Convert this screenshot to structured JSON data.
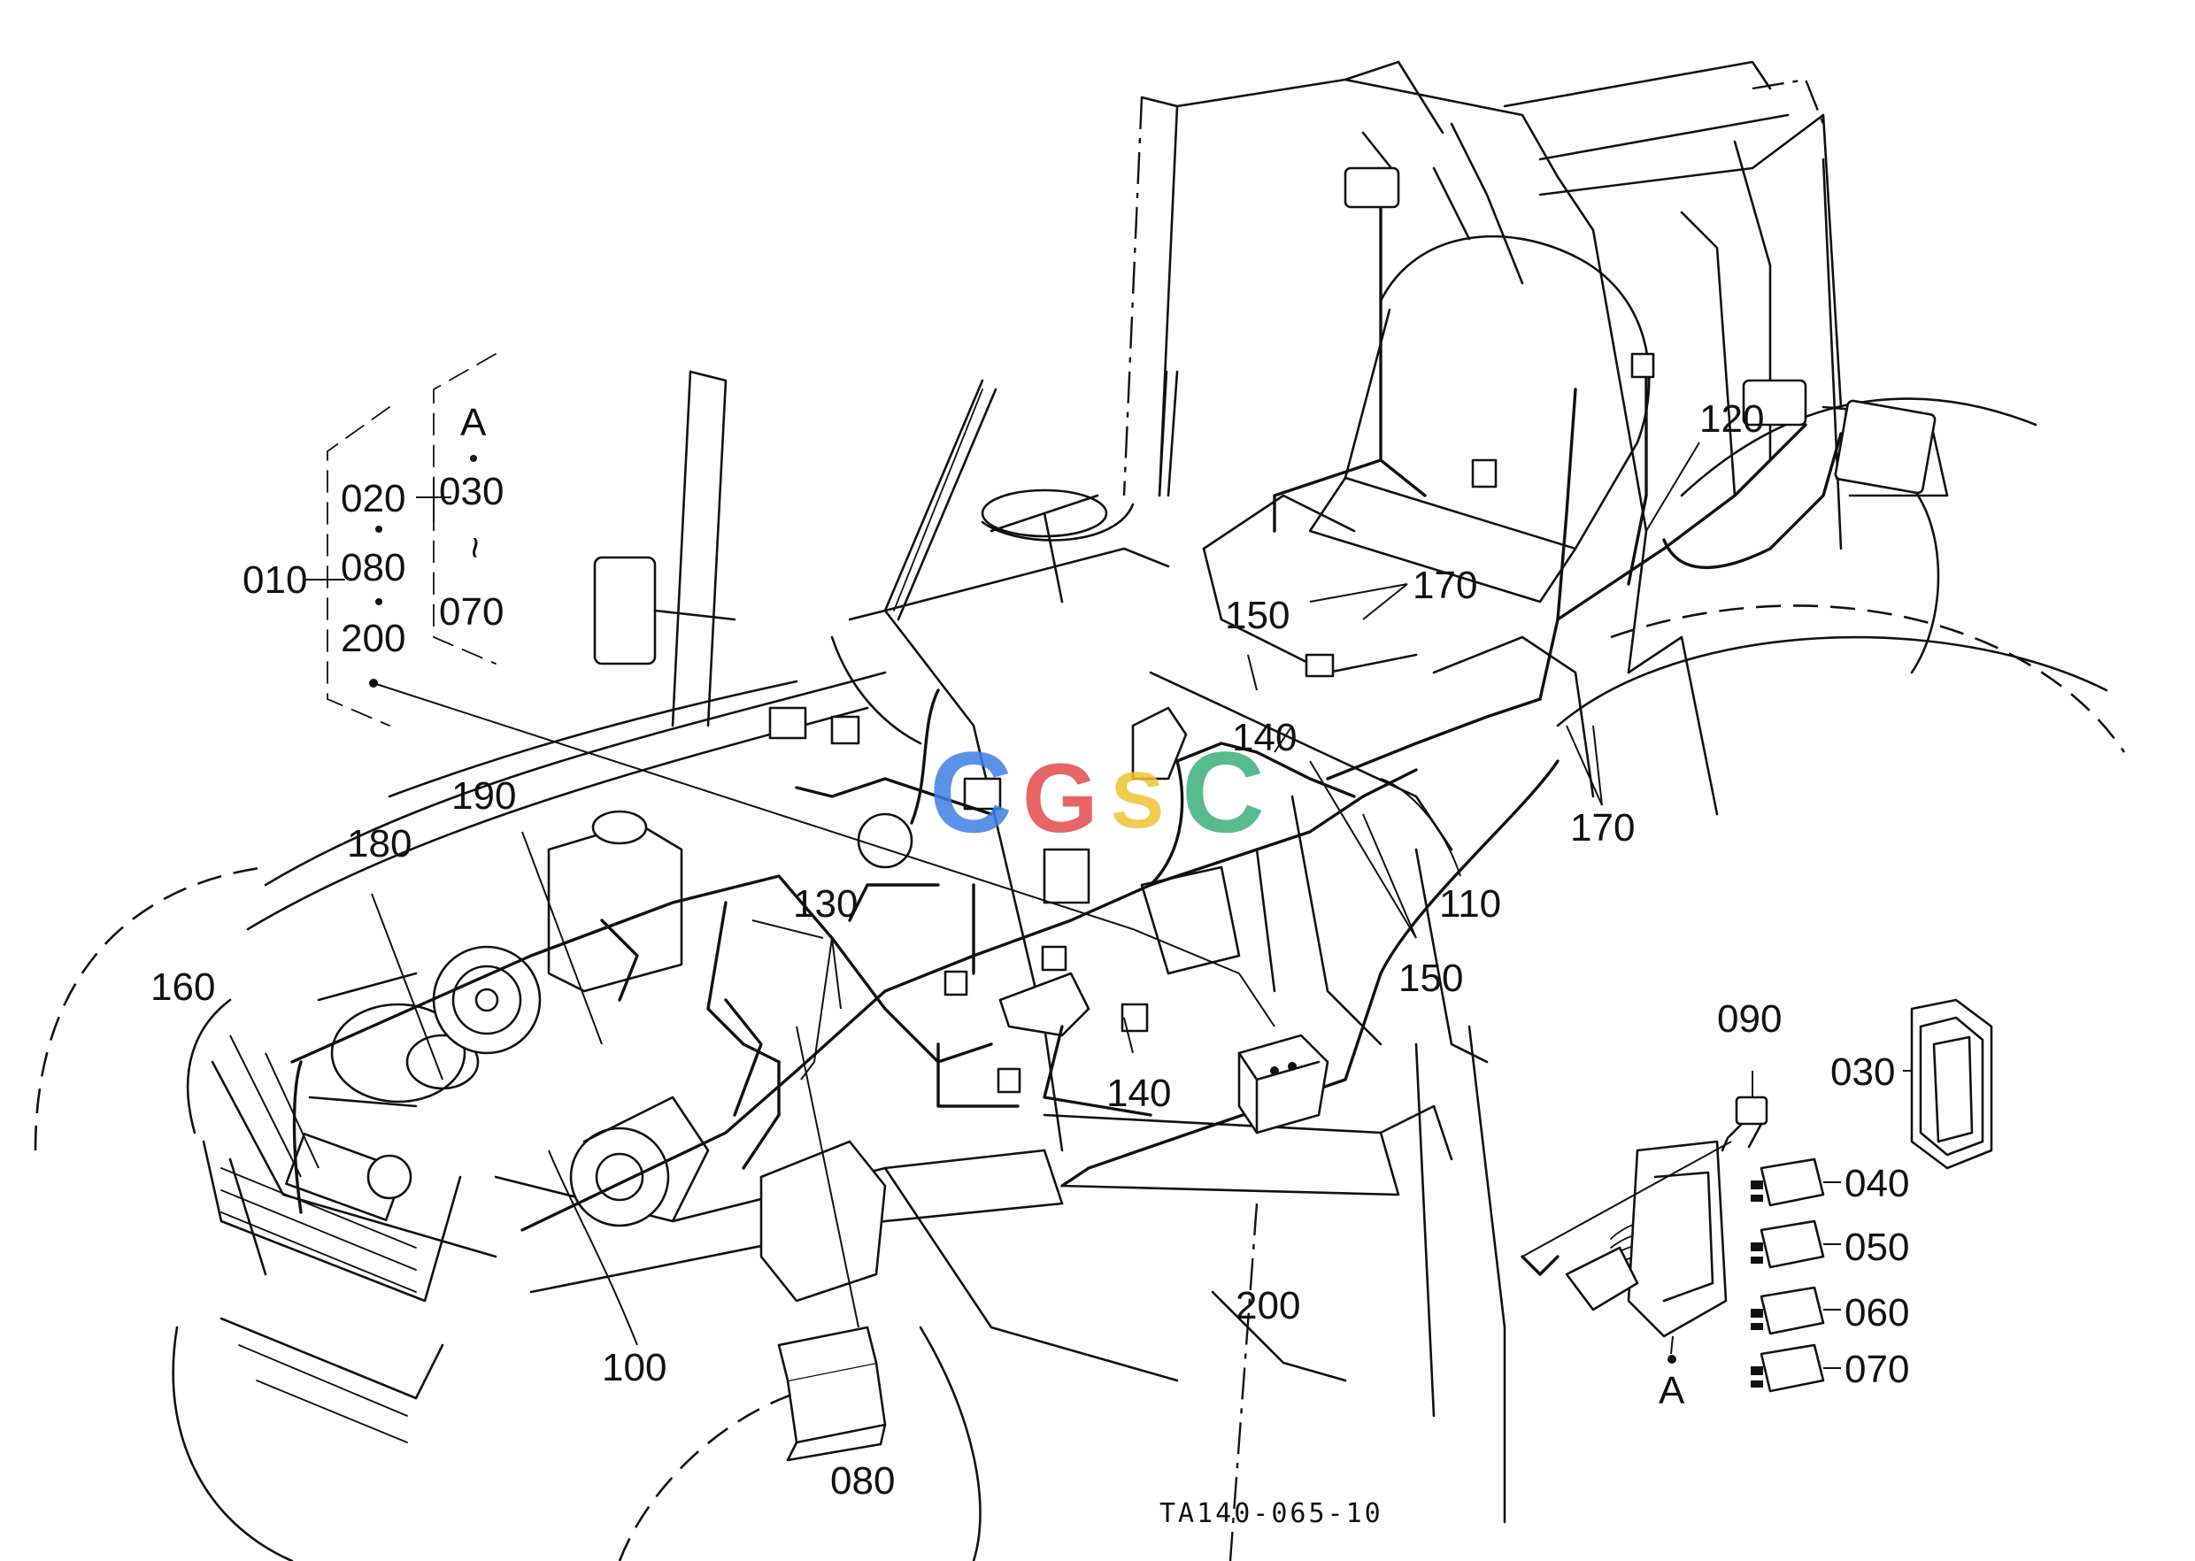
{
  "diagram": {
    "drawing_code": "TA140-065-10",
    "watermark_text": "CGSC",
    "watermark_colors": {
      "c1": "#3f7fe6",
      "g": "#e54b4b",
      "s": "#f2c230",
      "c2": "#3ab07a"
    },
    "set_group": {
      "main": "010",
      "items": [
        "020",
        "080",
        "200"
      ],
      "sub_ref": "A",
      "sub_range_start": "030",
      "sub_range_sep": "~",
      "sub_range_end": "070"
    },
    "callouts": {
      "c090": "090",
      "c030": "030",
      "c040": "040",
      "c050": "050",
      "c060": "060",
      "c070": "070",
      "cA": "A",
      "c080": "080",
      "c100": "100",
      "c110": "110",
      "c120": "120",
      "c130": "130",
      "c140a": "140",
      "c140b": "140",
      "c150a": "150",
      "c150b": "150",
      "c160": "160",
      "c170a": "170",
      "c170b": "170",
      "c180": "180",
      "c190": "190",
      "c200": "200"
    }
  }
}
